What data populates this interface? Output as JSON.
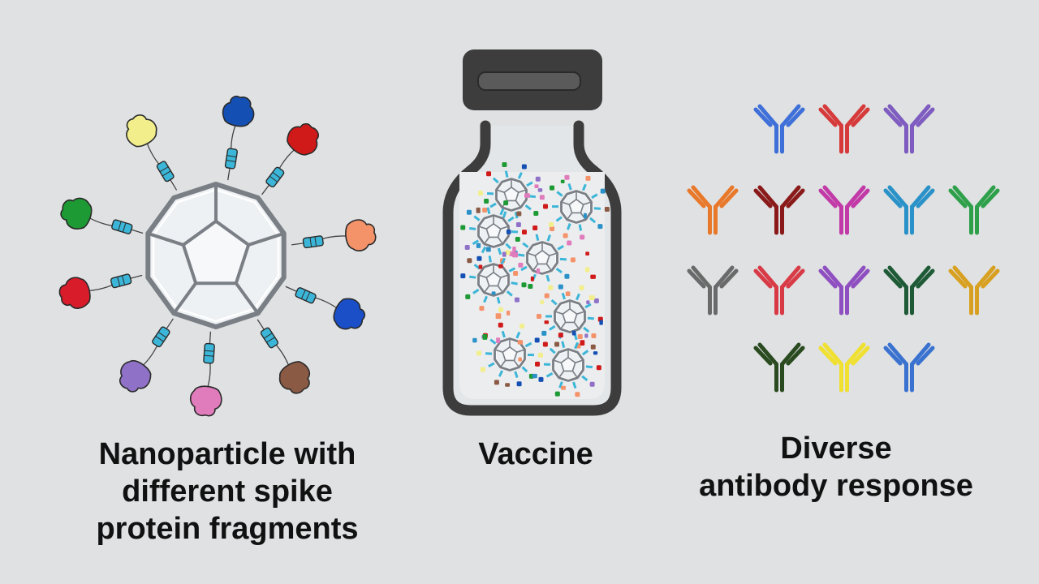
{
  "panels": {
    "nanoparticle": {
      "caption_lines": [
        "Nanoparticle with",
        "different spike",
        "protein fragments"
      ],
      "fragment_colors": [
        "#f2ee8c",
        "#1450b4",
        "#d01a1a",
        "#f4926a",
        "#1a4fc8",
        "#8a5a44",
        "#e07cbc",
        "#8f72c8",
        "#d81c2a",
        "#1e9a34"
      ]
    },
    "vaccine": {
      "caption_lines": [
        "Vaccine"
      ]
    },
    "antibodies": {
      "caption_lines": [
        "Diverse",
        "antibody response"
      ],
      "rows": [
        [
          "#3f6fd8",
          "#d63a3a",
          "#7e5cc0"
        ],
        [
          "#e8782a",
          "#8a1a1a",
          "#c23aa8",
          "#2a92c8",
          "#2ea04a"
        ],
        [
          "#6a6a6a",
          "#d83a46",
          "#8f4fc0",
          "#1e5a36",
          "#d8a020"
        ],
        [
          "#2a4a20",
          "#f0e030",
          "#3a72d0"
        ]
      ]
    }
  }
}
